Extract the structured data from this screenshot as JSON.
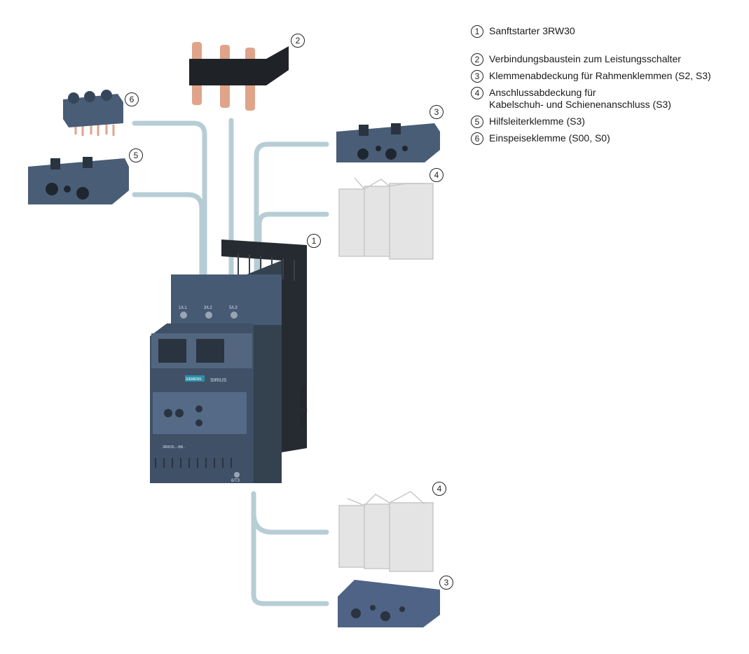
{
  "legend": [
    {
      "num": "1",
      "lines": [
        "Sanftstarter 3RW30"
      ]
    },
    {
      "num": "2",
      "lines": [
        "Verbindungsbaustein zum Leistungsschalter"
      ]
    },
    {
      "num": "3",
      "lines": [
        "Klemmenabdeckung für Rahmenklemmen (S2, S3)"
      ]
    },
    {
      "num": "4",
      "lines": [
        "Anschlussabdeckung für",
        "Kabelschuh- und Schienenanschluss (S3)"
      ]
    },
    {
      "num": "5",
      "lines": [
        "Hilfsleiterklemme (S3)"
      ]
    },
    {
      "num": "6",
      "lines": [
        "Einspeiseklemme (S00, S0)"
      ]
    }
  ],
  "callouts": {
    "soft_starter": "1",
    "link_module": "2",
    "frame_cover_top": "3",
    "cable_cover_top": "4",
    "aux_terminal": "5",
    "infeed_terminal": "6",
    "cable_cover_bottom": "4",
    "frame_cover_bottom": "3"
  },
  "device": {
    "brand": "SIEMENS",
    "series": "SIRIUS",
    "terminals_top": [
      "1/L1",
      "3/L2",
      "5/L3"
    ],
    "terminal_bottom": "6/T3",
    "model_label": "3RW30..-.BB.."
  },
  "doc_id": "IC01_00538a",
  "colors": {
    "device_blue": "#3f5067",
    "device_dark": "#262b31",
    "connector_line": "#b7cdd5",
    "copper": "#e0a48a",
    "transparent_cover": "#e4e4e4"
  }
}
